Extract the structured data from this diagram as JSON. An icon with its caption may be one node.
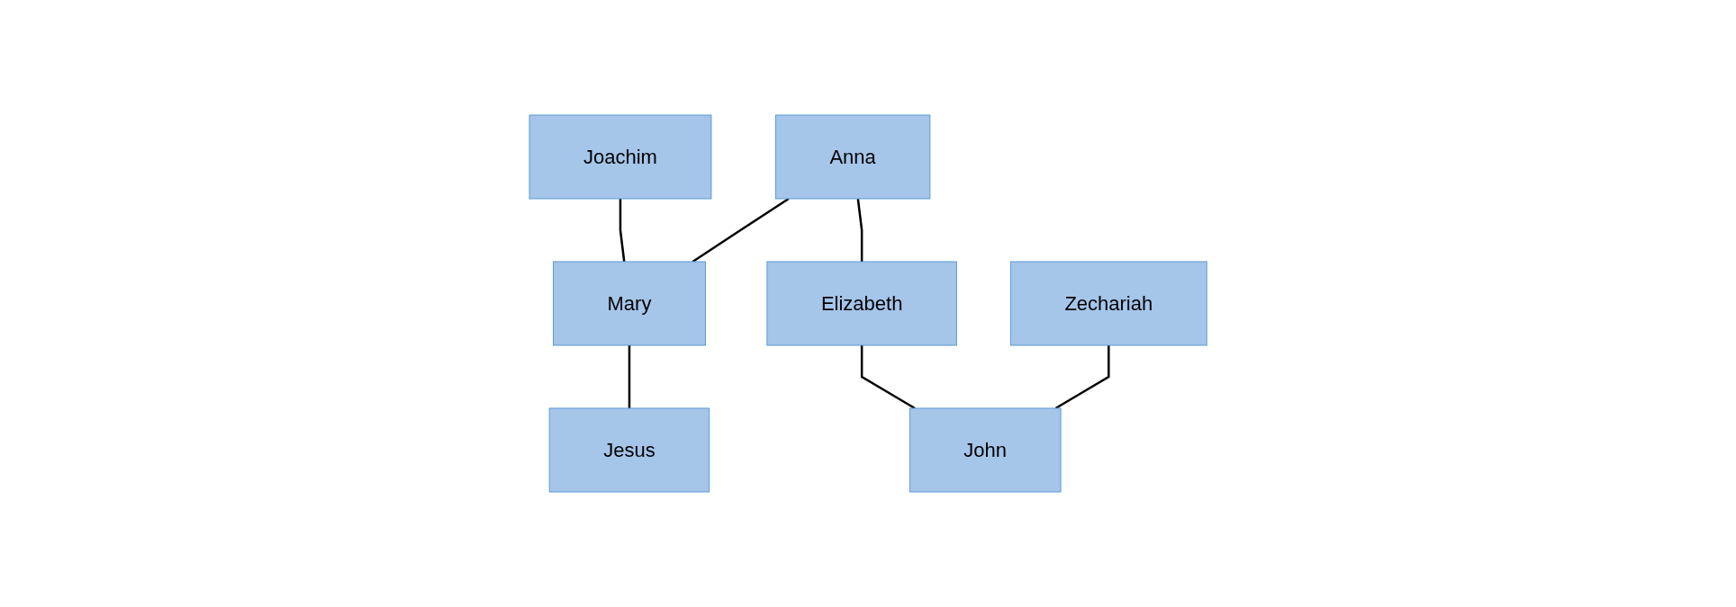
{
  "diagram": {
    "nodes": [
      {
        "text": [
          "Joachim"
        ]
      },
      {
        "text": [
          "Anna"
        ]
      },
      {
        "text": [
          "Elizabeth"
        ]
      },
      {
        "text": [
          "Zechariah"
        ]
      },
      {
        "text": [
          "Mary"
        ]
      },
      {
        "text": [
          "John"
        ]
      },
      {
        "text": [
          "Jesus"
        ]
      }
    ],
    "edges": [
      {
        "from": 1,
        "to": 2,
        "arrow": "none"
      },
      {
        "from": 0,
        "to": 4,
        "arrow": "none"
      },
      {
        "from": 1,
        "to": 4,
        "arrow": "none"
      },
      {
        "from": 2,
        "to": 5,
        "arrow": "none"
      },
      {
        "from": 3,
        "to": 5,
        "arrow": "none"
      },
      {
        "from": 4,
        "to": 6,
        "arrow": "none"
      }
    ]
  }
}
